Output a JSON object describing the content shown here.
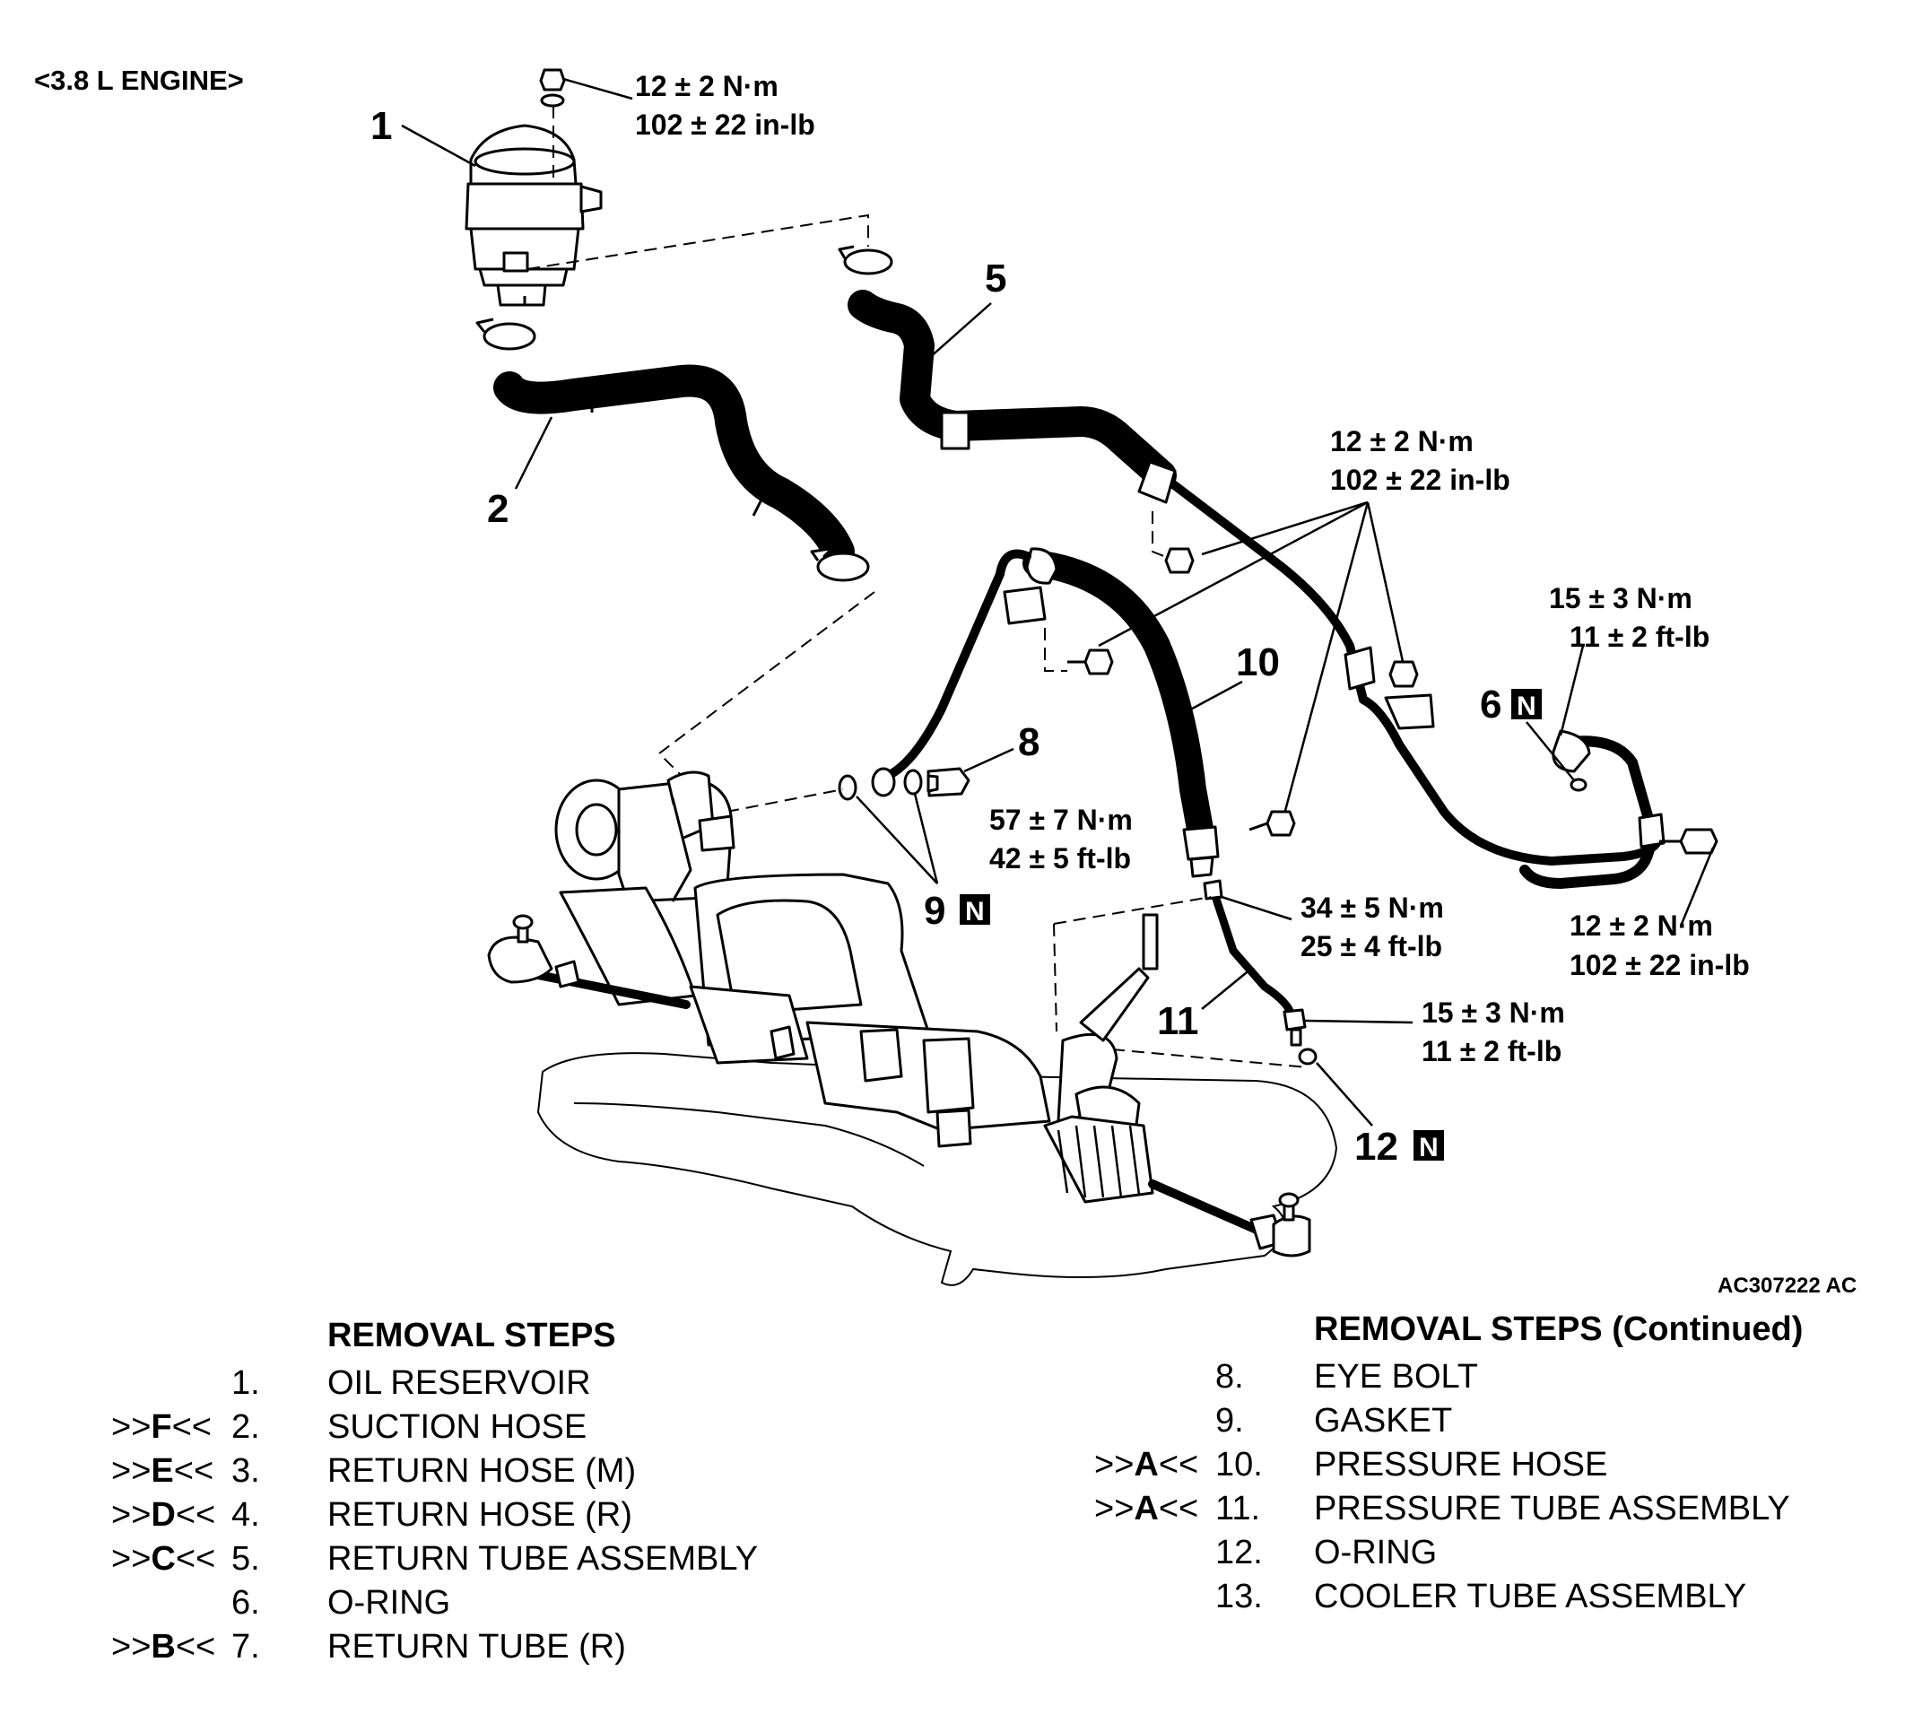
{
  "header": {
    "engine_label": "<3.8 L ENGINE>"
  },
  "figure_id": "AC307222 AC",
  "callouts": {
    "c1": "1",
    "c2": "2",
    "c5": "5",
    "c6": "6",
    "c8": "8",
    "c9": "9",
    "c10": "10",
    "c11": "11",
    "c12": "12",
    "n_mark": "N"
  },
  "torque": {
    "reservoir_bolt": [
      "12 ± 2 N·m",
      "102 ± 22 in-lb"
    ],
    "bracket_bolts": [
      "12 ± 2 N·m",
      "102 ± 22 in-lb"
    ],
    "cooler_fitting": [
      "15 ± 3 N·m",
      "11 ± 2 ft-lb"
    ],
    "eye_bolt": [
      "57 ± 7 N·m",
      "42 ± 5 ft-lb"
    ],
    "pressure_fitting": [
      "34 ± 5 N·m",
      "25 ± 4 ft-lb"
    ],
    "rack_fitting": [
      "15 ± 3 N·m",
      "11 ± 2 ft-lb"
    ],
    "crossmember_bolt": [
      "12 ± 2 N·m",
      "102 ± 22 in-lb"
    ]
  },
  "removal_steps": {
    "title": "REMOVAL STEPS",
    "items": [
      {
        "mark": "",
        "number": "1.",
        "name": "OIL RESERVOIR"
      },
      {
        "mark": "F",
        "number": "2.",
        "name": "SUCTION HOSE"
      },
      {
        "mark": "E",
        "number": "3.",
        "name": "RETURN HOSE (M)"
      },
      {
        "mark": "D",
        "number": "4.",
        "name": "RETURN HOSE (R)"
      },
      {
        "mark": "C",
        "number": "5.",
        "name": "RETURN TUBE ASSEMBLY"
      },
      {
        "mark": "",
        "number": "6.",
        "name": "O-RING"
      },
      {
        "mark": "B",
        "number": "7.",
        "name": "RETURN TUBE (R)"
      }
    ]
  },
  "removal_steps_continued": {
    "title": "REMOVAL STEPS (Continued)",
    "items": [
      {
        "mark": "",
        "number": "8.",
        "name": "EYE BOLT"
      },
      {
        "mark": "",
        "number": "9.",
        "name": "GASKET"
      },
      {
        "mark": "A",
        "number": "10.",
        "name": "PRESSURE HOSE"
      },
      {
        "mark": "A",
        "number": "11.",
        "name": "PRESSURE TUBE ASSEMBLY"
      },
      {
        "mark": "",
        "number": "12.",
        "name": "O-RING"
      },
      {
        "mark": "",
        "number": "13.",
        "name": "COOLER TUBE ASSEMBLY"
      }
    ]
  }
}
